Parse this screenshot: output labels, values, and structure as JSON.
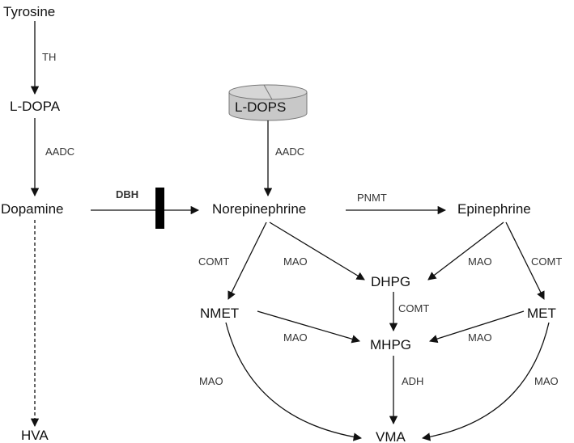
{
  "nodes": {
    "tyrosine": "Tyrosine",
    "ldopa": "L-DOPA",
    "dopamine": "Dopamine",
    "hva": "HVA",
    "ldops": "L-DOPS",
    "norepinephrine": "Norepinephrine",
    "epinephrine": "Epinephrine",
    "dhpg": "DHPG",
    "nmet": "NMET",
    "met": "MET",
    "mhpg": "MHPG",
    "vma": "VMA"
  },
  "enzymes": {
    "th": "TH",
    "aadc_1": "AADC",
    "aadc_2": "AADC",
    "dbh": "DBH",
    "pnmt": "PNMT",
    "comt_ne": "COMT",
    "mao_ne": "MAO",
    "mao_epi": "MAO",
    "comt_epi": "COMT",
    "comt_dhpg": "COMT",
    "mao_nmet": "MAO",
    "mao_met": "MAO",
    "mao_nmet_vma": "MAO",
    "adh": "ADH",
    "mao_met_vma": "MAO"
  },
  "colors": {
    "ink": "#111111",
    "enzyme_text": "#333333",
    "pill_fill": "#c8c8c8",
    "pill_top": "#d6d6d6",
    "pill_edge": "#777777",
    "block_bar": "#000000"
  },
  "icons": {
    "pill": "pill-icon",
    "inhibition": "block-bar-icon"
  }
}
